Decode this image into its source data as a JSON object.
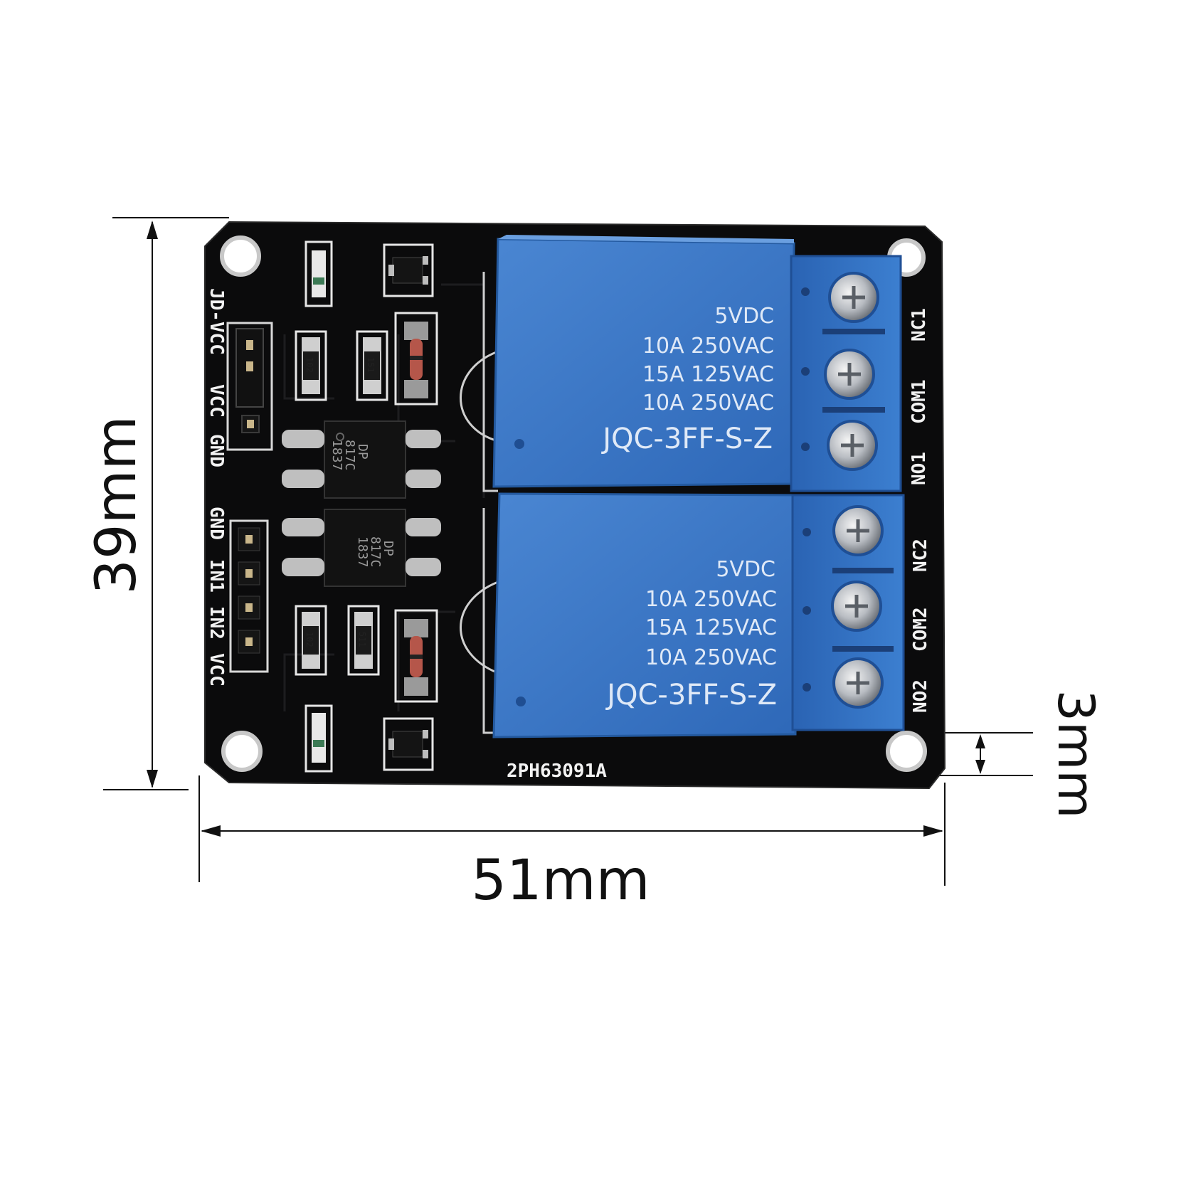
{
  "dimensions": {
    "height": "39mm",
    "width": "51mm",
    "hole_offset": "3mm"
  },
  "board": {
    "code": "2PH63091A",
    "header_top_labels": [
      "JD-VCC",
      "VCC",
      "GND"
    ],
    "header_input_labels": [
      "GND",
      "IN1",
      "IN2",
      "VCC"
    ],
    "terminal_labels_relay1": [
      "NC1",
      "COM1",
      "NO1"
    ],
    "terminal_labels_relay2": [
      "NC2",
      "COM2",
      "NO2"
    ],
    "optocoupler_lines": [
      "DP",
      "817C",
      "1837"
    ],
    "resistor_marks": [
      "102",
      "151",
      "102",
      "511"
    ]
  },
  "relays": [
    {
      "lines": [
        "5VDC",
        "10A 250VAC",
        "15A 125VAC",
        "10A 250VAC",
        "JQC-3FF-S-Z"
      ]
    },
    {
      "lines": [
        "5VDC",
        "10A 250VAC",
        "15A 125VAC",
        "10A 250VAC",
        "JQC-3FF-S-Z"
      ]
    }
  ],
  "colors": {
    "pcb": "#0b0b0c",
    "relay_blue": "#3a78c6",
    "terminal_blue": "#2f6fc2",
    "silkscreen": "#f2f2f2"
  }
}
